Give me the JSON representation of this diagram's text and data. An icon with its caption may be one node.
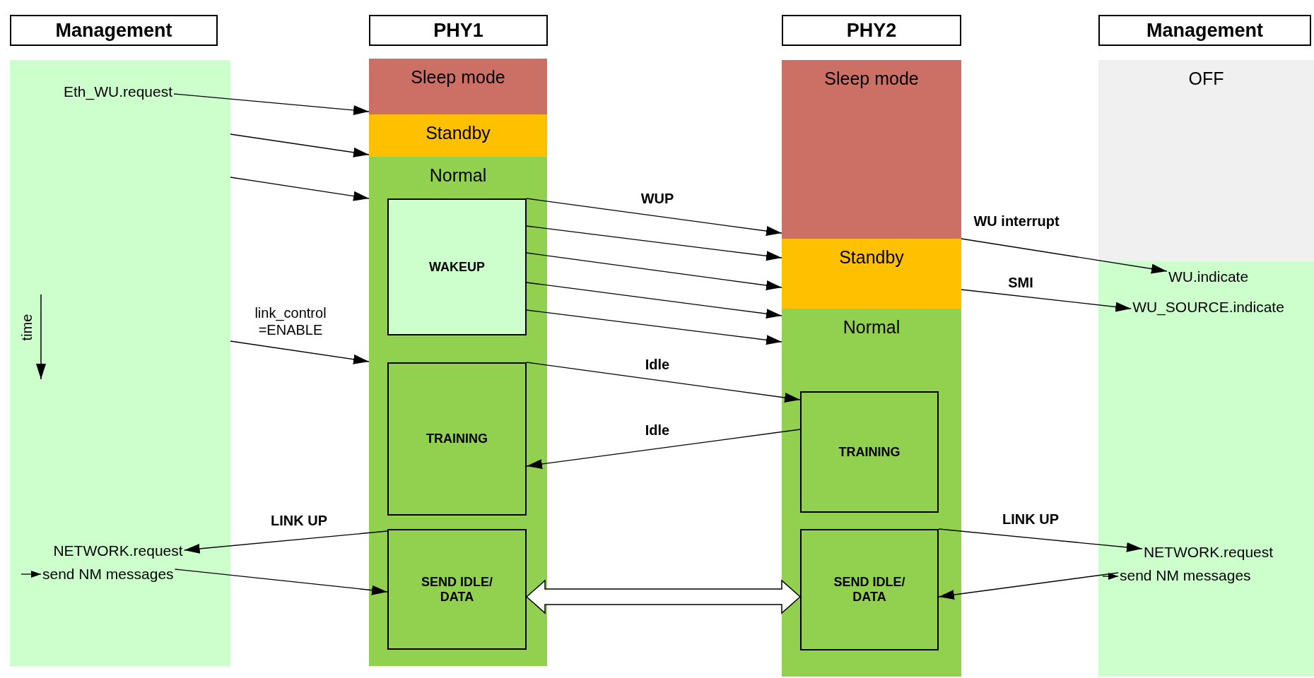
{
  "diagram": {
    "nodes": [
      {
        "text": [
          "Management"
        ]
      },
      {
        "text": [
          "PHY1"
        ]
      },
      {
        "text": [
          "PHY2"
        ]
      },
      {
        "text": [
          "Management"
        ]
      },
      {
        "text": [],
        "shape": "box"
      },
      {
        "text": [
          "Eth_WU.request"
        ],
        "in": 4
      },
      {
        "text": [
          "NETWORK.request"
        ],
        "in": 4
      },
      {
        "text": [
          "send NM messages"
        ],
        "in": 4
      },
      {
        "text": [
          "Sleep mode"
        ]
      },
      {
        "text": [
          "Standby"
        ]
      },
      {
        "text": [
          "Normal"
        ]
      },
      {
        "text": [
          "WAKEUP"
        ],
        "in": 10
      },
      {
        "text": [
          "TRAINING"
        ],
        "in": 10
      },
      {
        "text": [
          "SEND IDLE/ DATA"
        ],
        "in": 10
      },
      {
        "text": [
          "Sleep mode"
        ]
      },
      {
        "text": [
          "Standby"
        ]
      },
      {
        "text": [
          "Normal"
        ]
      },
      {
        "text": [
          "TRAINING"
        ],
        "in": 16
      },
      {
        "text": [
          "SEND IDLE/ DATA"
        ],
        "in": 16
      },
      {
        "text": [
          "OFF"
        ]
      },
      {
        "text": [],
        "shape": "box"
      },
      {
        "text": [
          "WU.indicate"
        ],
        "in": 20
      },
      {
        "text": [
          "WU_SOURCE.indicate"
        ],
        "in": 20
      },
      {
        "text": [
          "NETWORK.request"
        ],
        "in": 20
      },
      {
        "text": [
          "send NM messages"
        ],
        "in": 20
      }
    ],
    "edges": [
      {
        "from": 5,
        "to": 8,
        "arrow": "to"
      },
      {
        "from": 4,
        "to": 9,
        "arrow": "to"
      },
      {
        "from": 4,
        "to": 10,
        "arrow": "to"
      },
      {
        "from": 4,
        "to": 10,
        "arrow": "to",
        "label": "link_control =ENABLE"
      },
      {
        "from": 11,
        "to": 14,
        "arrow": "to",
        "label": "WUP"
      },
      {
        "from": 11,
        "to": 15,
        "arrow": "to"
      },
      {
        "from": 11,
        "to": 15,
        "arrow": "to"
      },
      {
        "from": 11,
        "to": 16,
        "arrow": "to"
      },
      {
        "from": 11,
        "to": 16,
        "arrow": "to"
      },
      {
        "from": 12,
        "to": 17,
        "arrow": "to",
        "label": "Idle"
      },
      {
        "from": 17,
        "to": 12,
        "arrow": "to",
        "label": "Idle"
      },
      {
        "from": 13,
        "to": 6,
        "arrow": "to",
        "label": "LINK UP"
      },
      {
        "from": 7,
        "to": 13,
        "arrow": "to"
      },
      {
        "from": null,
        "to": 7,
        "arrow": "to"
      },
      {
        "from": 13,
        "to": 18,
        "arrow": "both"
      },
      {
        "from": 15,
        "to": 21,
        "arrow": "to",
        "label": "WU interrupt"
      },
      {
        "from": 15,
        "to": 22,
        "arrow": "to",
        "label": "SMI"
      },
      {
        "from": 18,
        "to": 23,
        "arrow": "to",
        "label": "LINK UP"
      },
      {
        "from": 24,
        "to": 18,
        "arrow": "to"
      },
      {
        "from": null,
        "to": 24,
        "arrow": "to"
      }
    ],
    "labels": [
      "time"
    ]
  }
}
